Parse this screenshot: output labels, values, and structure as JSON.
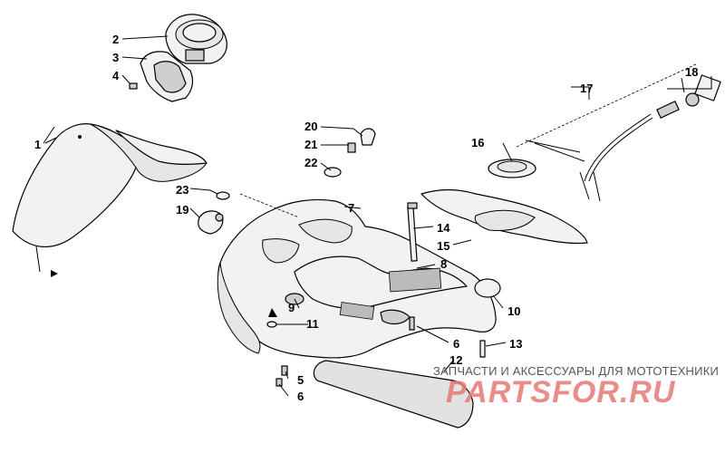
{
  "diagram": {
    "callouts": [
      {
        "id": "1",
        "label": "1"
      },
      {
        "id": "2",
        "label": "2"
      },
      {
        "id": "3",
        "label": "3"
      },
      {
        "id": "4",
        "label": "4"
      },
      {
        "id": "5",
        "label": "5"
      },
      {
        "id": "6a",
        "label": "6"
      },
      {
        "id": "6b",
        "label": "6"
      },
      {
        "id": "7",
        "label": "7"
      },
      {
        "id": "8",
        "label": "8"
      },
      {
        "id": "9",
        "label": "9"
      },
      {
        "id": "10",
        "label": "10"
      },
      {
        "id": "11",
        "label": "11"
      },
      {
        "id": "12",
        "label": "12"
      },
      {
        "id": "13",
        "label": "13"
      },
      {
        "id": "14",
        "label": "14"
      },
      {
        "id": "15",
        "label": "15"
      },
      {
        "id": "16",
        "label": "16"
      },
      {
        "id": "17",
        "label": "17"
      },
      {
        "id": "18",
        "label": "18"
      },
      {
        "id": "19",
        "label": "19"
      },
      {
        "id": "20",
        "label": "20"
      },
      {
        "id": "21",
        "label": "21"
      },
      {
        "id": "22",
        "label": "22"
      },
      {
        "id": "23",
        "label": "23"
      }
    ]
  },
  "watermark": {
    "caption": "ЗАПЧАСТИ И АКСЕССУАРЫ ДЛЯ МОТОТЕХНИКИ",
    "logo": "PARTSFOR.RU",
    "logo_color": "#e57a76"
  }
}
